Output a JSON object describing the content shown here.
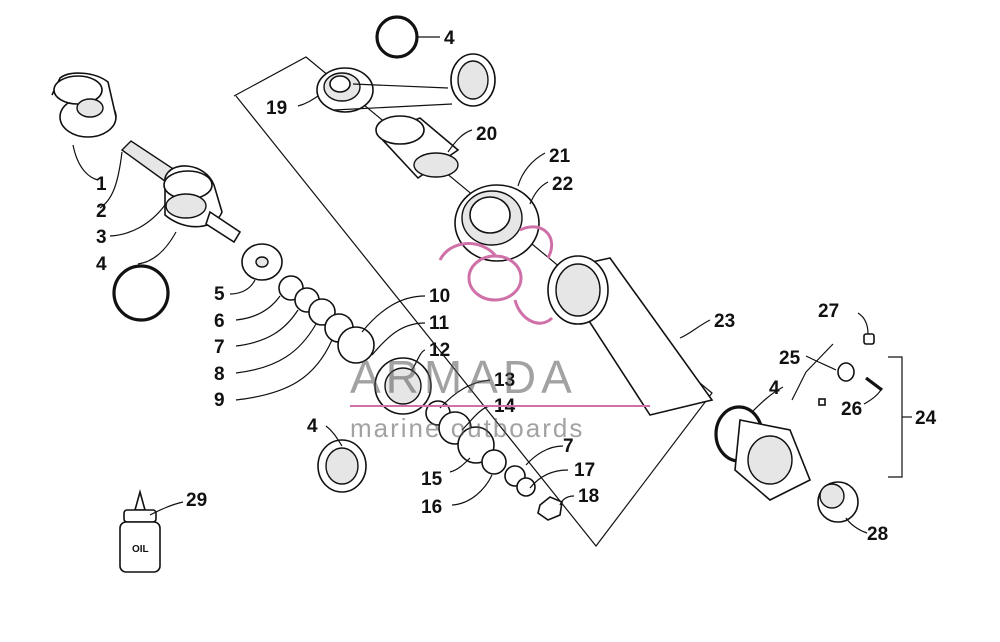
{
  "callouts": [
    "1",
    "2",
    "3",
    "4",
    "5",
    "6",
    "7",
    "8",
    "9",
    "10",
    "11",
    "12",
    "13",
    "14",
    "15",
    "16",
    "17",
    "18",
    "19",
    "20",
    "21",
    "22",
    "23",
    "24",
    "25",
    "26",
    "27",
    "28",
    "29"
  ],
  "oil_label": "OIL",
  "watermark": {
    "brand": "ARMADA",
    "tagline": "marine outboards",
    "color": "#d070a8"
  }
}
